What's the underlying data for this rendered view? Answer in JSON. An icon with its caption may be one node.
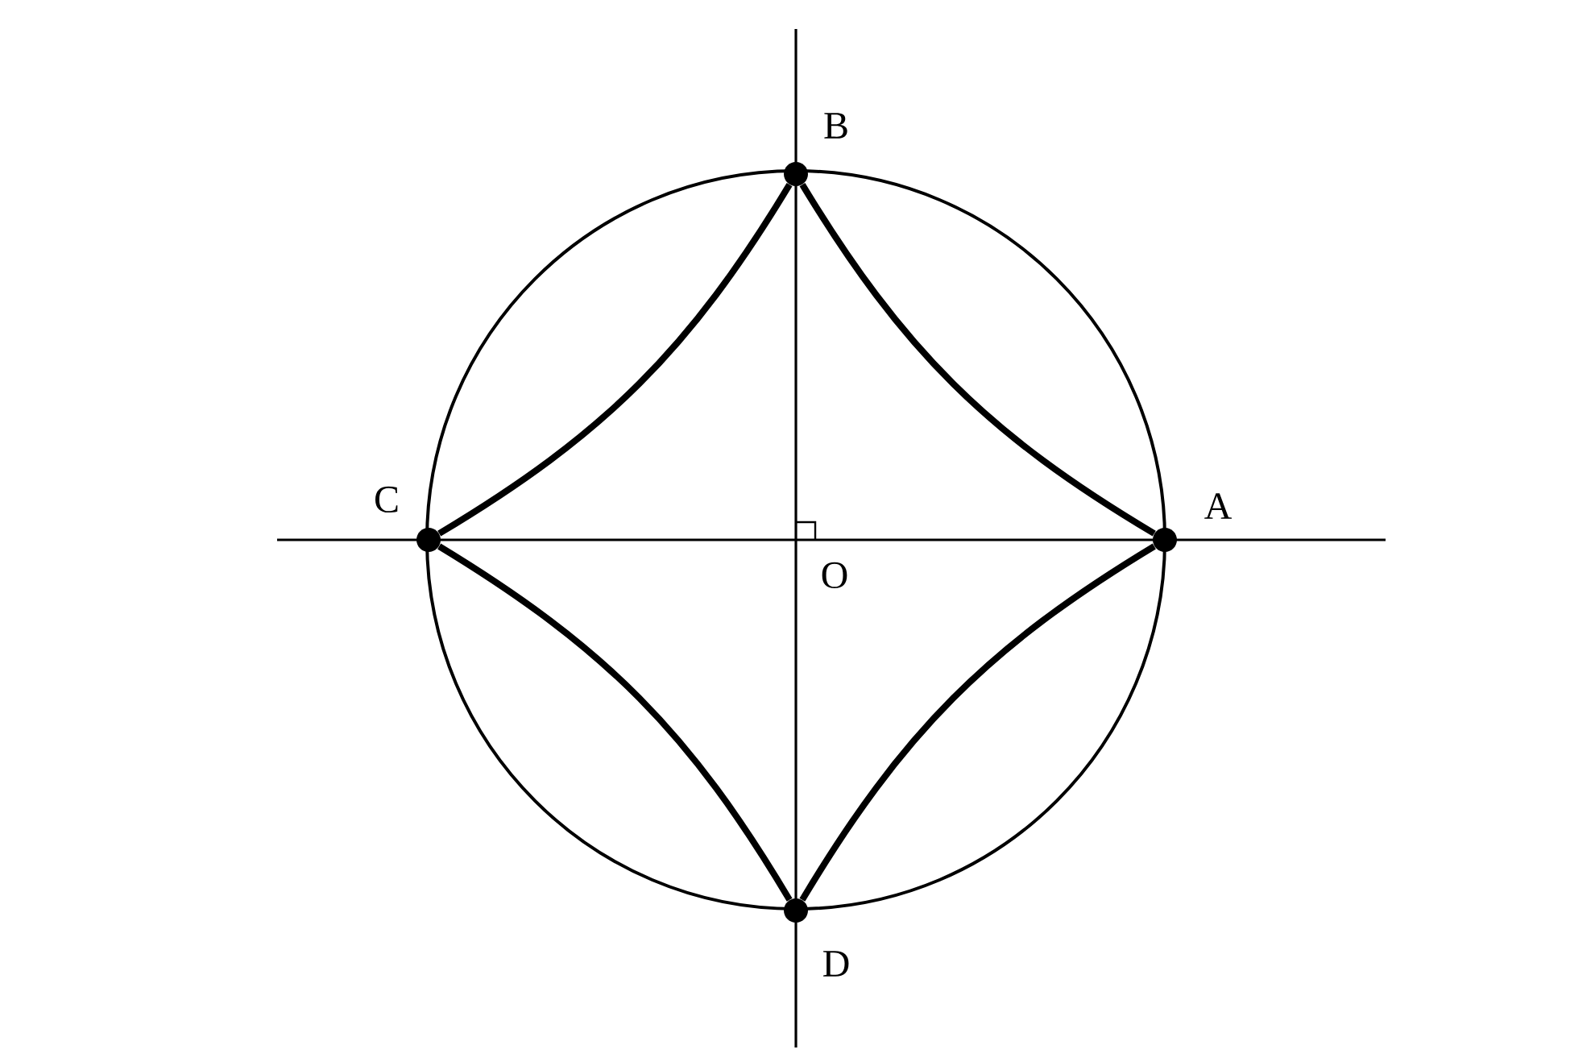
{
  "diagram": {
    "nodes": [
      {
        "text": [],
        "shape": "circle",
        "beside": [
          "A"
        ]
      },
      {
        "text": [],
        "shape": "circle",
        "beside": [
          "B"
        ]
      },
      {
        "text": [],
        "shape": "circle",
        "beside": [
          "C"
        ]
      },
      {
        "text": [],
        "shape": "circle",
        "beside": [
          "D"
        ]
      }
    ],
    "edges": [
      {
        "from": 0,
        "to": 1,
        "arrow": "none"
      },
      {
        "from": 1,
        "to": 2,
        "arrow": "none"
      },
      {
        "from": 2,
        "to": 3,
        "arrow": "none"
      },
      {
        "from": 3,
        "to": 0,
        "arrow": "none"
      }
    ],
    "labels": [
      "O"
    ]
  }
}
